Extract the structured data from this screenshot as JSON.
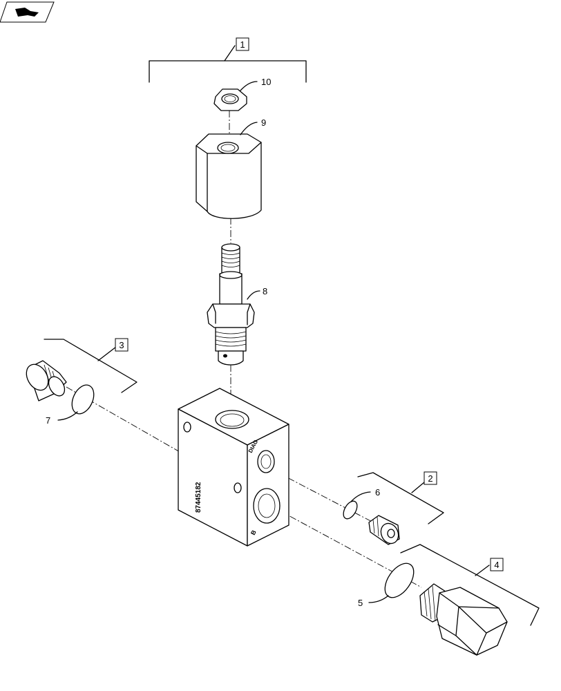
{
  "callouts": {
    "kit_1": "1",
    "kit_2": "2",
    "kit_3": "3",
    "kit_4": "4",
    "item_5": "5",
    "item_6": "6",
    "item_7": "7",
    "item_8": "8",
    "item_9": "9",
    "item_10": "10"
  },
  "body_marking": {
    "part_number": "87445182",
    "port_diag": "DIAG",
    "port_b": "B"
  },
  "icons": {
    "corner_icon": "page-turn-icon"
  }
}
